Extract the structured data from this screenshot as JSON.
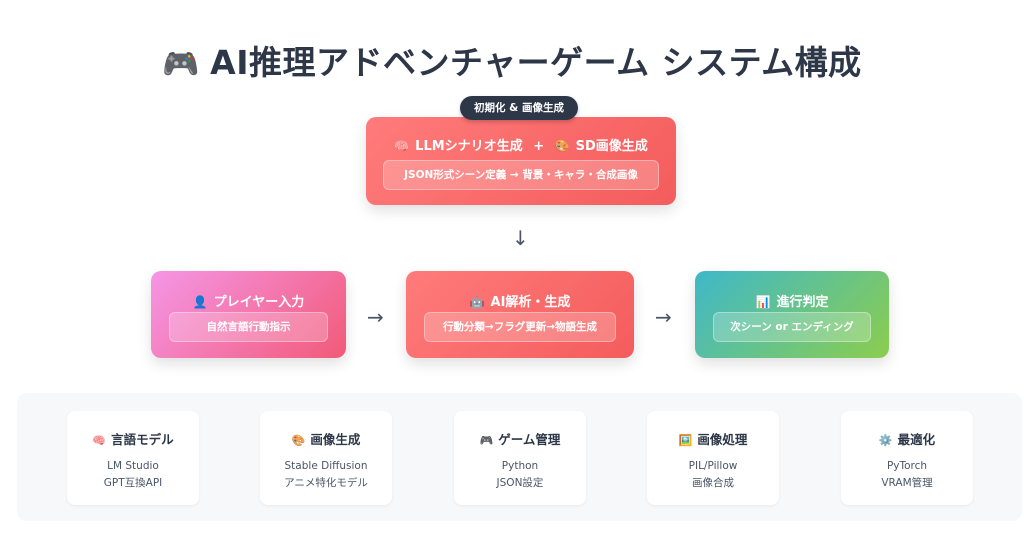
{
  "title": {
    "icon": "🎮",
    "text": "AI推理アドベンチャーゲーム システム構成"
  },
  "init_pill": "初期化 & 画像生成",
  "top_card": {
    "icon_a": "🧠",
    "label_a": "LLMシナリオ生成",
    "plus": "+",
    "icon_b": "🎨",
    "label_b": "SD画像生成",
    "sub": "JSON形式シーン定義 → 背景・キャラ・合成画像"
  },
  "arrows": {
    "down": "↓",
    "right1": "→",
    "right2": "→"
  },
  "flow": {
    "player": {
      "icon": "👤",
      "label": "プレイヤー入力",
      "sub": "自然言語行動指示"
    },
    "ai": {
      "icon": "🤖",
      "label": "AI解析・生成",
      "sub": "行動分類→フラグ更新→物語生成"
    },
    "judge": {
      "icon": "📊",
      "label": "進行判定",
      "sub": "次シーン or エンディング"
    }
  },
  "tech": [
    {
      "icon": "🧠",
      "label": "言語モデル",
      "lines": [
        "LM Studio",
        "GPT互換API"
      ]
    },
    {
      "icon": "🎨",
      "label": "画像生成",
      "lines": [
        "Stable Diffusion",
        "アニメ特化モデル"
      ]
    },
    {
      "icon": "🎮",
      "label": "ゲーム管理",
      "lines": [
        "Python",
        "JSON設定"
      ]
    },
    {
      "icon": "🖼️",
      "label": "画像処理",
      "lines": [
        "PIL/Pillow",
        "画像合成"
      ]
    },
    {
      "icon": "⚙️",
      "label": "最適化",
      "lines": [
        "PyTorch",
        "VRAM管理"
      ]
    }
  ]
}
